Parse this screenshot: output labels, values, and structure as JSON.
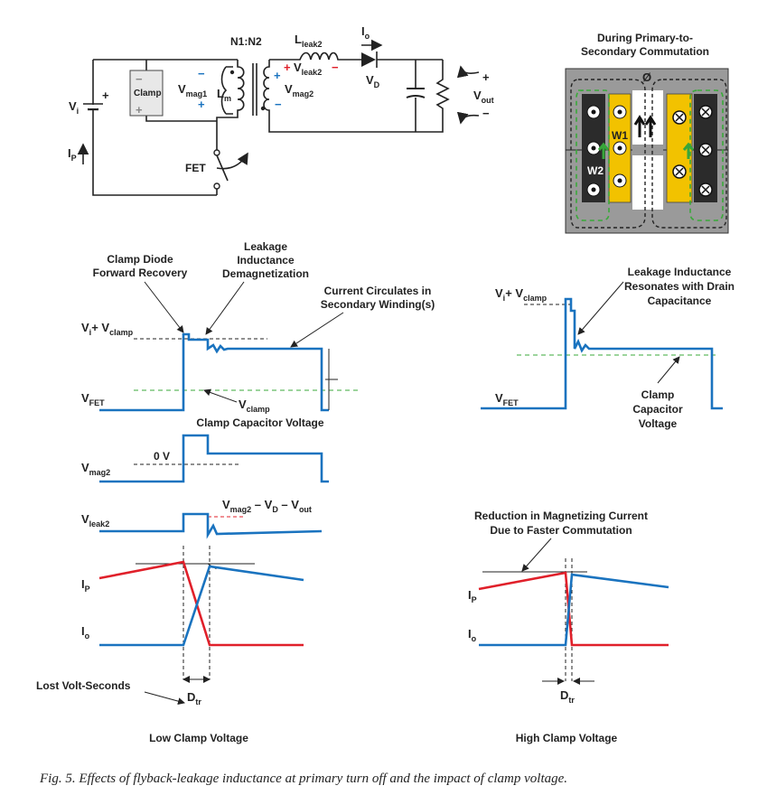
{
  "circuit": {
    "clamp_label": "Clamp",
    "clamp_minus": "−",
    "clamp_plus": "+",
    "vi_label": "V",
    "vi_sub": "i",
    "ip_label": "I",
    "ip_sub": "P",
    "fet_label": "FET",
    "ratio_label": "N1:N2",
    "vmag1_label": "V",
    "vmag1_sub": "mag1",
    "vmag2_label": "V",
    "vmag2_sub": "mag2",
    "lm_label": "L",
    "lm_sub": "m",
    "lleak2_label": "L",
    "lleak2_sub": "leak2",
    "vleak2_label": "V",
    "vleak2_sub": "leak2",
    "io_label": "I",
    "io_sub": "o",
    "vd_label": "V",
    "vd_sub": "D",
    "vout_label": "V",
    "vout_sub": "out",
    "plus": "+",
    "minus": "−"
  },
  "winding": {
    "title_line1": "During Primary-to-",
    "title_line2": "Secondary Commutation",
    "phi": "Ø",
    "w1": "W1",
    "w2": "W2",
    "colors": {
      "core": "#9a9a9a",
      "bobbin": "#2b2b2b",
      "copper": "#f2c200",
      "flux": "#37a63a"
    }
  },
  "left_waves": {
    "ann_clamp_diode_1": "Clamp Diode",
    "ann_clamp_diode_2": "Forward Recovery",
    "ann_leak_1": "Leakage",
    "ann_leak_2": "Inductance",
    "ann_leak_3": "Demagnetization",
    "ann_circ_1": "Current Circulates in",
    "ann_circ_2": "Secondary Winding(s)",
    "vi_vclamp_a": "V",
    "vi_vclamp_a_sub": "i",
    "vi_vclamp_b": "+ V",
    "vi_vclamp_b_sub": "clamp",
    "vfet": "V",
    "vfet_sub": "FET",
    "vclamp": "V",
    "vclamp_sub": "clamp",
    "clamp_cap_voltage": "Clamp Capacitor Voltage",
    "zero_v": "0 V",
    "vmag2": "V",
    "vmag2_sub": "mag2",
    "vleak2": "V",
    "vleak2_sub": "leak2",
    "vleak_expr_a": "V",
    "vleak_expr_a_sub": "mag2",
    "vleak_expr_b": " – V",
    "vleak_expr_b_sub": "D",
    "vleak_expr_c": " – V",
    "vleak_expr_c_sub": "out",
    "ip": "I",
    "ip_sub": "P",
    "io": "I",
    "io_sub": "o",
    "lost_volt_seconds": "Lost Volt-Seconds",
    "dtr": "D",
    "dtr_sub": "tr",
    "footer": "Low Clamp Voltage"
  },
  "right_waves": {
    "ann_reson_1": "Leakage Inductance",
    "ann_reson_2": "Resonates with Drain",
    "ann_reson_3": "Capacitance",
    "vi_vclamp_a": "V",
    "vi_vclamp_a_sub": "i",
    "vi_vclamp_b": "+ V",
    "vi_vclamp_b_sub": "clamp",
    "vfet": "V",
    "vfet_sub": "FET",
    "cc_1": "Clamp",
    "cc_2": "Capacitor",
    "cc_3": "Voltage",
    "red_1": "Reduction in Magnetizing Current",
    "red_2": "Due to Faster Commutation",
    "ip": "I",
    "ip_sub": "P",
    "io": "I",
    "io_sub": "o",
    "dtr": "D",
    "dtr_sub": "tr",
    "footer": "High Clamp Voltage"
  },
  "caption": "Fig. 5. Effects of flyback-leakage inductance at primary turn off and the impact of clamp voltage."
}
